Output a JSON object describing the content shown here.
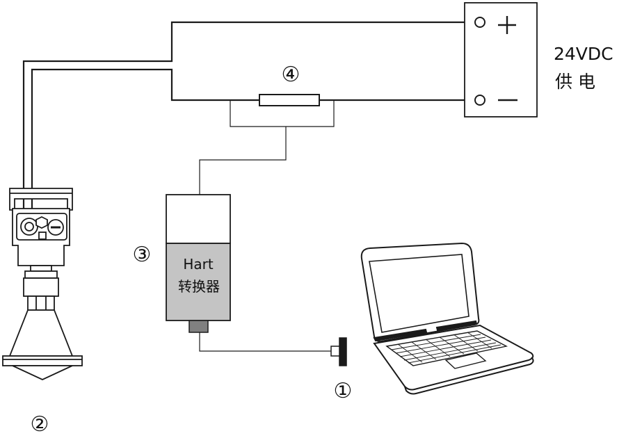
{
  "power_supply": {
    "voltage": "24VDC",
    "caption": "供 电",
    "plus_symbol": "+",
    "minus_symbol": "—"
  },
  "converter": {
    "line1": "Hart",
    "line2": "转换器"
  },
  "markers": {
    "m1": "①",
    "m2": "②",
    "m3": "③",
    "m4": "④"
  },
  "colors": {
    "stroke": "#1a1a1a",
    "converter_body": "#c4c4c4",
    "connector": "#808080"
  }
}
